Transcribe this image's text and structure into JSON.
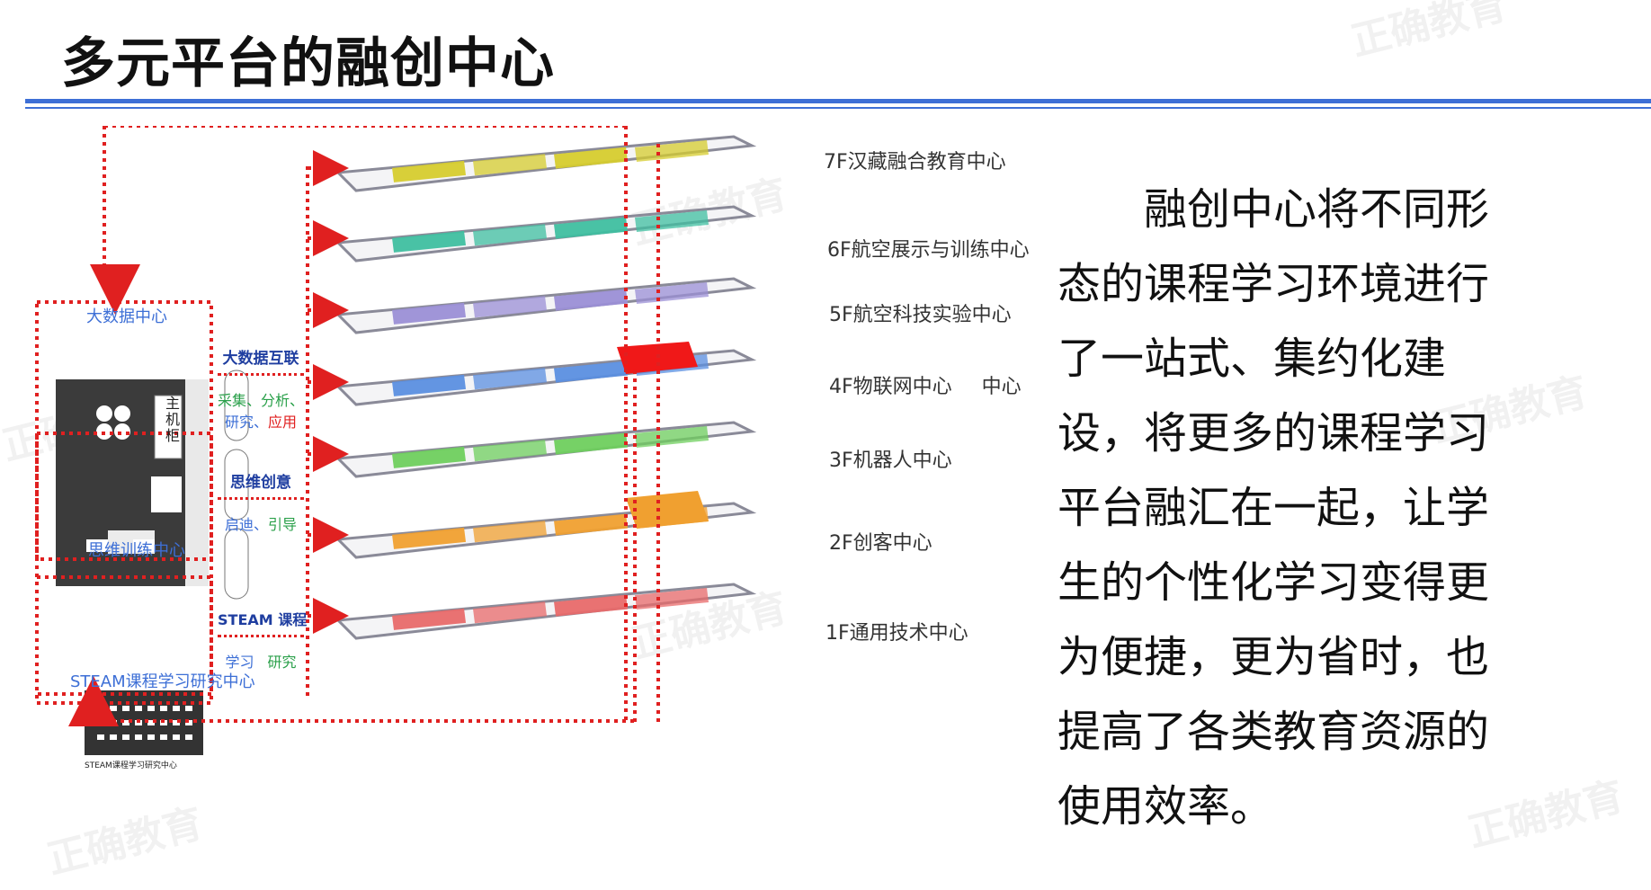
{
  "title": "多元平台的融创中心",
  "watermark": "正确教育",
  "floors": [
    {
      "label": "7F汉藏融合教育中心"
    },
    {
      "label": "6F航空展示与训练中心"
    },
    {
      "label": "5F航空科技实验中心"
    },
    {
      "label": "4F物联网中心",
      "extra": "中心"
    },
    {
      "label": "3F机器人中心"
    },
    {
      "label": "2F创客中心"
    },
    {
      "label": "1F通用技术中心"
    }
  ],
  "left_panels": {
    "big_data_center": "大数据中心",
    "thinking_center": "思维训练中心",
    "steam_center": "STEAM课程学习研究中心",
    "cabinet": "主机柜",
    "steam_inner": "STEAM课程学习研究中心"
  },
  "connectors": [
    {
      "title": "大数据互联",
      "line1_a": "采集、",
      "line1_b": "分析、",
      "line2_a": "研究、",
      "line2_b": "应用"
    },
    {
      "title": "思维创意",
      "line1_a": "启迪、",
      "line1_b": "引导"
    },
    {
      "title": "STEAM 课程",
      "line1_a": "学习",
      "line1_b": "研究"
    }
  ],
  "colors": {
    "accent_blue": "#3d6fd6",
    "dotted_red": "#e02020",
    "floor7": "#d6cc2e",
    "floor6": "#3fbfa0",
    "floor5": "#9b8fd6",
    "floor4": "#5b8fe0",
    "floor4_hot": "#f01818",
    "floor3": "#6fcf5e",
    "floor2": "#f0a030",
    "floor1": "#e86a6a"
  },
  "body_text": "融创中心将不同形态的课程学习环境进行了一站式、集约化建设，将更多的课程学习平台融汇在一起，让学生的个性化学习变得更为便捷，更为省时，也提高了各类教育资源的使用效率。"
}
